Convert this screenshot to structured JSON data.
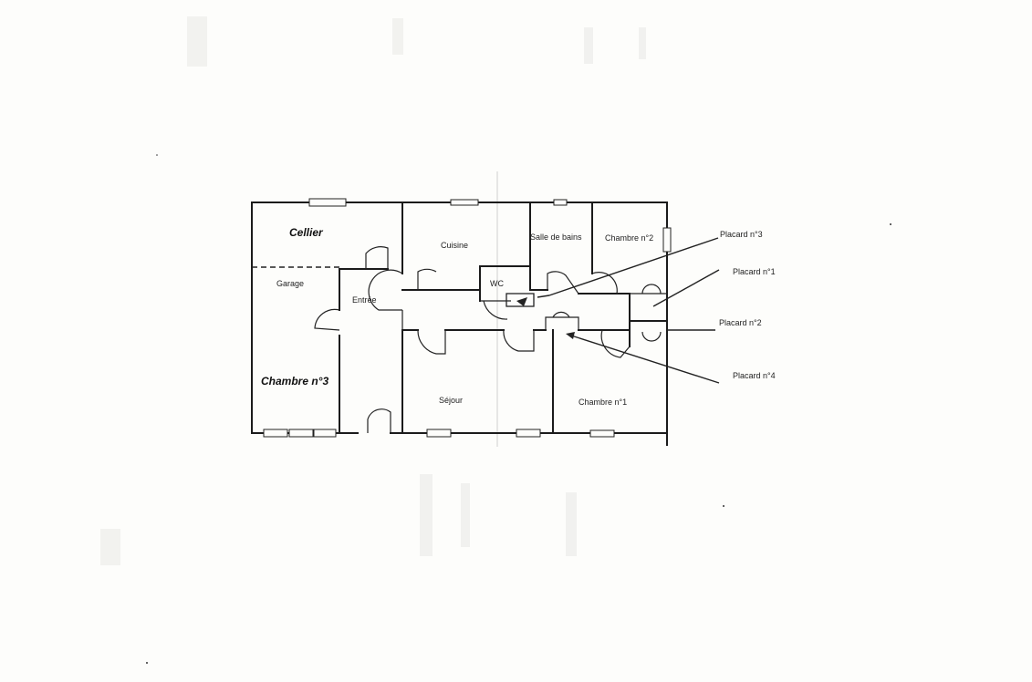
{
  "plan": {
    "rooms": {
      "cellier": "Cellier",
      "garage": "Garage",
      "chambre3": "Chambre n°3",
      "entree": "Entrée",
      "cuisine": "Cuisine",
      "wc": "WC",
      "salle_de_bains": "Salle de bains",
      "chambre2": "Chambre n°2",
      "sejour": "Séjour",
      "chambre1": "Chambre n°1"
    },
    "callouts": {
      "placard3": "Placard n°3",
      "placard1": "Placard n°1",
      "placard2": "Placard n°2",
      "placard4": "Placard n°4"
    }
  }
}
